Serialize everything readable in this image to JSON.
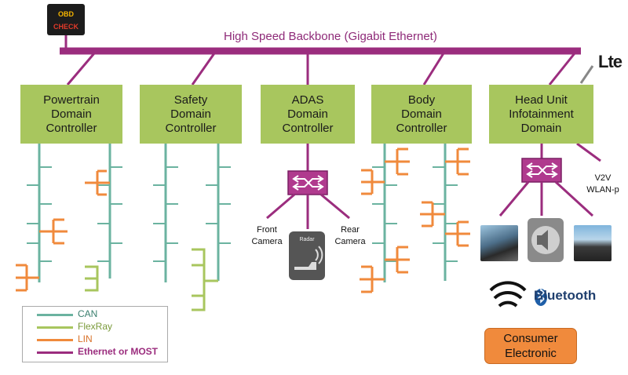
{
  "backbone": {
    "label": "High Speed Backbone (Gigabit Ethernet)"
  },
  "controllers": [
    "Powertrain\nDomain\nController",
    "Safety\nDomain\nController",
    "ADAS\nDomain\nController",
    "Body\nDomain\nController",
    "Head Unit\nInfotainment\nDomain"
  ],
  "adas": {
    "front_camera": "Front\nCamera",
    "rear_camera": "Rear\nCamera",
    "radar": "Radar"
  },
  "head_unit": {
    "v2v": "V2V\nWLAN-p"
  },
  "obd": {
    "top": "OBD",
    "bottom": "CHECK"
  },
  "lte": "Lte",
  "bluetooth": "Bluetooth",
  "consumer": "Consumer\nElectronic",
  "legend": [
    {
      "label": "CAN",
      "color": "#6bb3a0",
      "bold": false
    },
    {
      "label": "FlexRay",
      "color": "#a8c65e",
      "bold": false
    },
    {
      "label": "LIN",
      "color": "#f08a3c",
      "bold": false
    },
    {
      "label": "Ethernet or MOST",
      "color": "#9b2d7e",
      "bold": true
    }
  ],
  "colors": {
    "can": "#6bb3a0",
    "flexray": "#a8c65e",
    "lin": "#f08a3c",
    "ethernet": "#9b2d7e",
    "controller": "#a8c65e"
  }
}
